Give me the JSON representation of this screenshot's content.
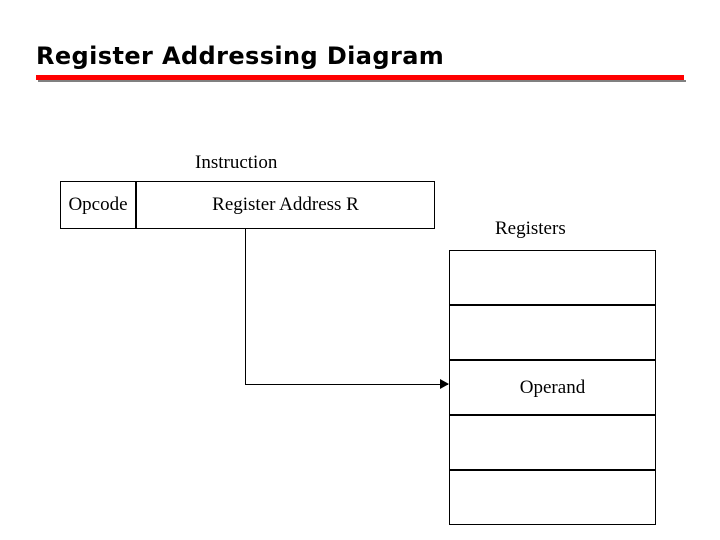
{
  "slide": {
    "title": "Register Addressing Diagram",
    "accent_color": "#ff0000",
    "background_color": "#ffffff",
    "text_color": "#000000"
  },
  "labels": {
    "instruction": "Instruction",
    "registers": "Registers",
    "operand": "Operand"
  },
  "instruction_fields": [
    {
      "name": "opcode",
      "text": "Opcode"
    },
    {
      "name": "register-address",
      "text": "Register Address R"
    }
  ],
  "register_cells": [
    {
      "index": 0,
      "text": ""
    },
    {
      "index": 1,
      "text": ""
    },
    {
      "index": 2,
      "text": "Operand"
    },
    {
      "index": 3,
      "text": ""
    },
    {
      "index": 4,
      "text": ""
    }
  ],
  "connector": {
    "name": "register-address-to-register-arrow",
    "description": "arrow"
  }
}
